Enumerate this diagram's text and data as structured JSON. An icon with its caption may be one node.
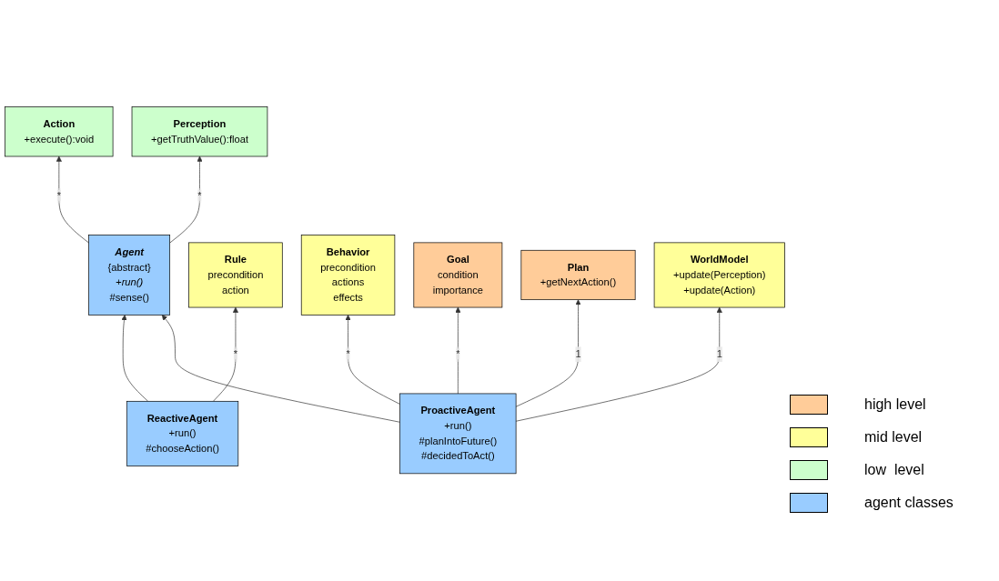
{
  "diagram": {
    "nodes": [
      {
        "text": [
          "Goal",
          "condition",
          "importance"
        ]
      },
      {
        "text": [
          "Plan",
          "+getNextAction()"
        ]
      },
      {
        "text": [
          "Rule",
          "precondition",
          "action"
        ]
      },
      {
        "text": [
          "ReactiveAgent",
          "+run()",
          "#chooseAction()"
        ]
      },
      {
        "text": [
          "ProactiveAgent",
          "+run()",
          "#planIntoFuture()",
          "#decidedToAct()"
        ]
      },
      {
        "text": [
          "Behavior",
          "precondition",
          "actions",
          "effects"
        ]
      },
      {
        "text": [
          "WorldModel",
          "+update(Perception)",
          "+update(Action)"
        ]
      },
      {
        "text": [
          "Action",
          "+execute():void"
        ]
      },
      {
        "text": [
          "Agent",
          "{abstract}",
          "+run()",
          "#sense()"
        ]
      },
      {
        "text": [
          "Perception",
          "+getTruthValue():float"
        ]
      }
    ],
    "edges": [
      {
        "from": 4,
        "to": 0,
        "arrow": "to",
        "label": "*"
      },
      {
        "from": 4,
        "to": 1,
        "arrow": "to",
        "label": "1"
      },
      {
        "from": 3,
        "to": 2,
        "arrow": "to",
        "label": "*"
      },
      {
        "from": 4,
        "to": 5,
        "arrow": "to",
        "label": "*"
      },
      {
        "from": 4,
        "to": 6,
        "arrow": "to",
        "label": "1"
      },
      {
        "from": 3,
        "to": 8,
        "arrow": "to"
      },
      {
        "from": 4,
        "to": 8,
        "arrow": "to"
      },
      {
        "from": 8,
        "to": 7,
        "arrow": "to",
        "label": "*"
      },
      {
        "from": 8,
        "to": 9,
        "arrow": "to",
        "label": "*"
      }
    ],
    "legend": [
      {
        "text": "high level",
        "color": "#ffcc99"
      },
      {
        "text": "mid level",
        "color": "#ffff99"
      },
      {
        "text": "low  level",
        "color": "#ccffcc"
      },
      {
        "text": "agent classes",
        "color": "#99ccff"
      }
    ]
  }
}
